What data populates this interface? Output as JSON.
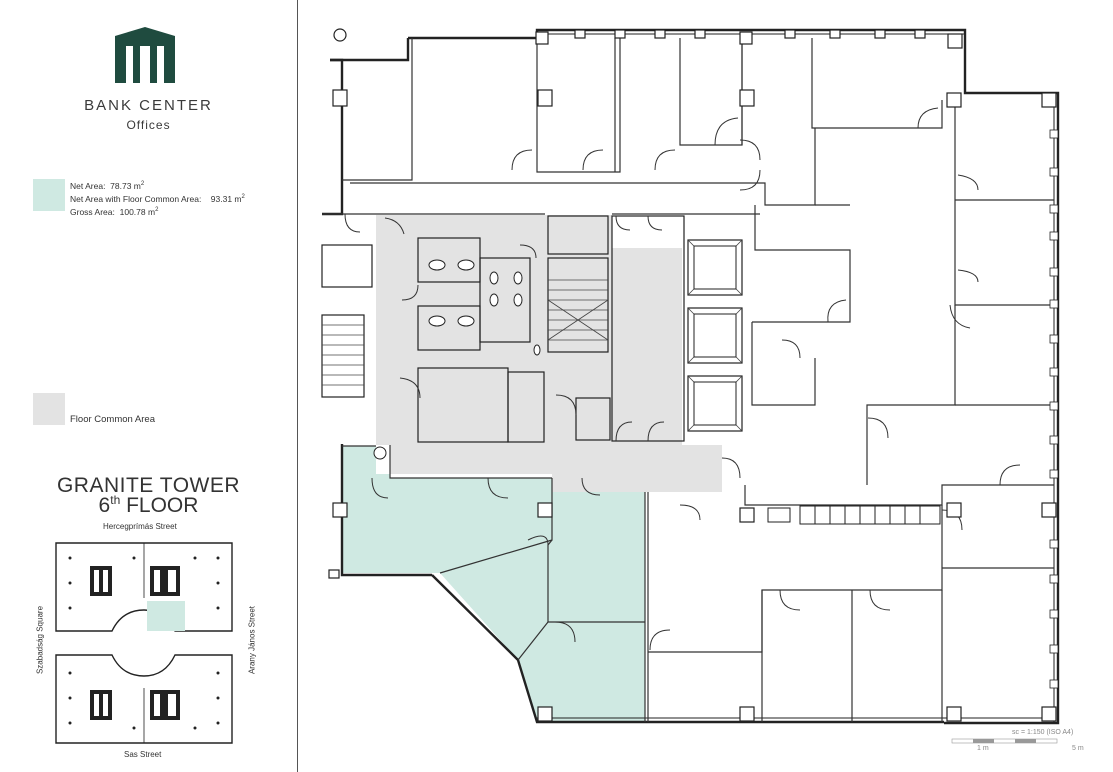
{
  "brand": {
    "title": "BANK CENTER",
    "subtitle": "Offices",
    "color": "#1f4b3f"
  },
  "areas": {
    "net_label": "Net Area:",
    "net_value": "78.73 m",
    "common_label": "Net Area with Floor Common Area:",
    "common_value": "93.31 m",
    "gross_label": "Gross Area:",
    "gross_value": "100.78 m",
    "unit_sup": "2",
    "office_color": "#cfe9e2",
    "common_area_label": "Floor Common Area",
    "common_color": "#e3e3e3"
  },
  "building": {
    "name": "GRANITE TOWER",
    "floor_num": "6",
    "floor_suffix": "th",
    "floor_word": "FLOOR"
  },
  "streets": {
    "north": "Hercegprímás Street",
    "south": "Sas Street",
    "west": "Szabadság Square",
    "east": "Arany János Street"
  },
  "scale": {
    "text": "sc = 1:150 (ISO A4)",
    "left": "1 m",
    "right": "5 m"
  }
}
